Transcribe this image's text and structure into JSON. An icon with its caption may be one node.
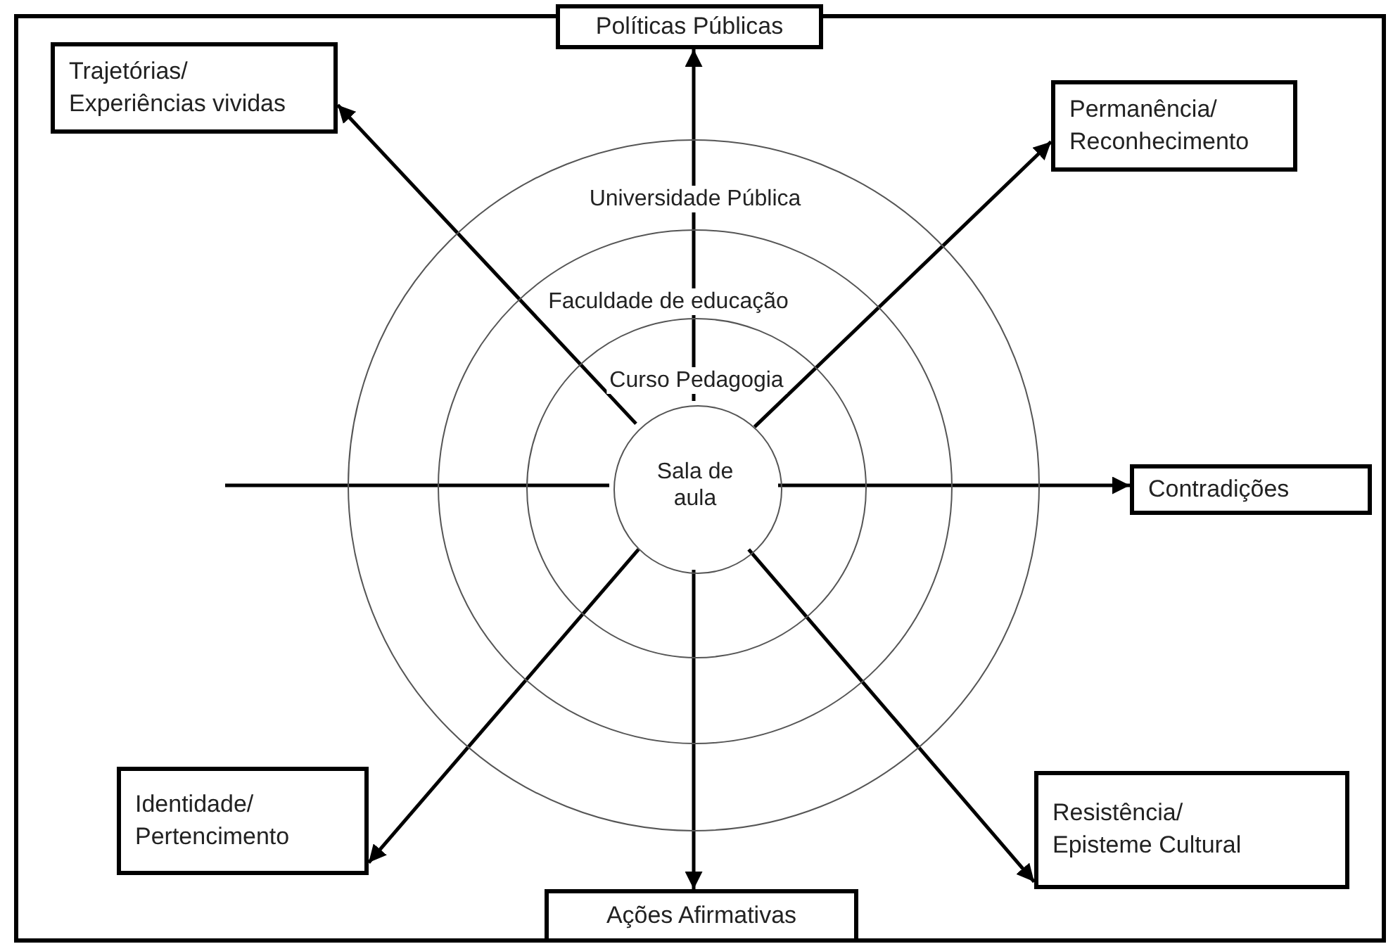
{
  "diagram": {
    "nodes": [
      {
        "text": [
          "Trajetórias/ Experiências vividas"
        ]
      },
      {
        "text": [
          "Políticas Públicas"
        ]
      },
      {
        "text": [
          "Permanência/ Reconhecimento"
        ]
      },
      {
        "text": [
          "Universidade Pública"
        ]
      },
      {
        "text": [
          "Faculdade  de educação"
        ],
        "in": 3
      },
      {
        "text": [
          "Curso Pedagogia"
        ],
        "in": 4
      },
      {
        "text": [
          "Sala de aula"
        ],
        "in": 5
      },
      {
        "text": [
          "Contradições"
        ]
      },
      {
        "text": [
          "Identidade/ Pertencimento"
        ]
      },
      {
        "text": [
          "Resistência/ Episteme Cultural"
        ]
      },
      {
        "text": [
          "Ações Afirmativas"
        ]
      }
    ],
    "edges": [
      {
        "from": 6,
        "to": 0,
        "arrow": "to"
      },
      {
        "from": 6,
        "to": 1,
        "arrow": "to"
      },
      {
        "from": 6,
        "to": 2,
        "arrow": "to"
      },
      {
        "from": 6,
        "to": 7,
        "arrow": "to"
      },
      {
        "from": 6,
        "to": 9,
        "arrow": "to"
      },
      {
        "from": 6,
        "to": 10,
        "arrow": "to"
      },
      {
        "from": 6,
        "to": 8,
        "arrow": "to"
      },
      {
        "from": 6,
        "to": null,
        "arrow": "none"
      }
    ]
  }
}
